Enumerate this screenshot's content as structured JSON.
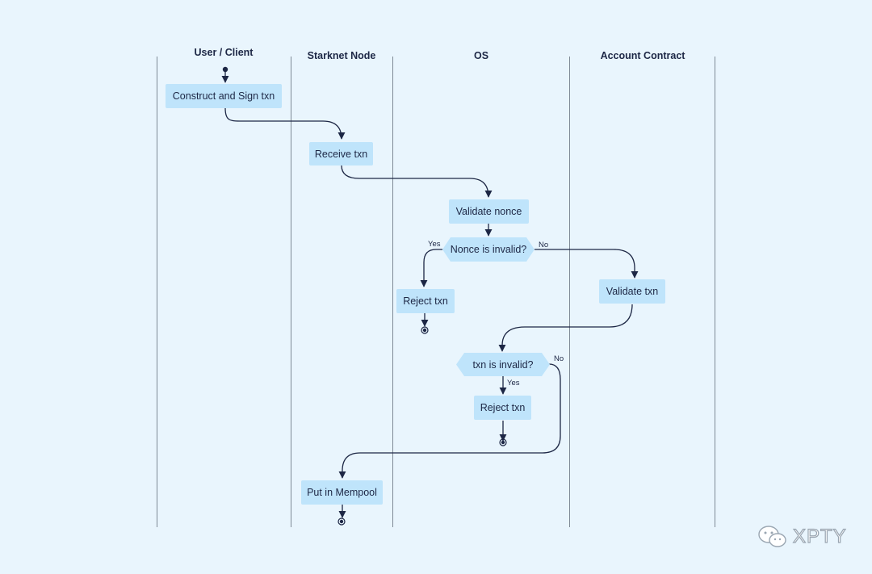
{
  "lanes": {
    "user": "User / Client",
    "node": "Starknet Node",
    "os": "OS",
    "account": "Account Contract"
  },
  "nodes": {
    "construct": "Construct and Sign txn",
    "receive": "Receive txn",
    "validate_nonce": "Validate nonce",
    "nonce_invalid": "Nonce is invalid?",
    "reject_nonce": "Reject txn",
    "validate_txn": "Validate txn",
    "txn_invalid": "txn is invalid?",
    "reject_txn": "Reject txn",
    "mempool": "Put in Mempool"
  },
  "labels": {
    "yes": "Yes",
    "no": "No"
  },
  "watermark": "XPTY",
  "colors": {
    "background": "#e9f5fd",
    "node_fill": "#bfe4fb",
    "ink": "#1d2745",
    "lane_line": "#7f8a96"
  }
}
